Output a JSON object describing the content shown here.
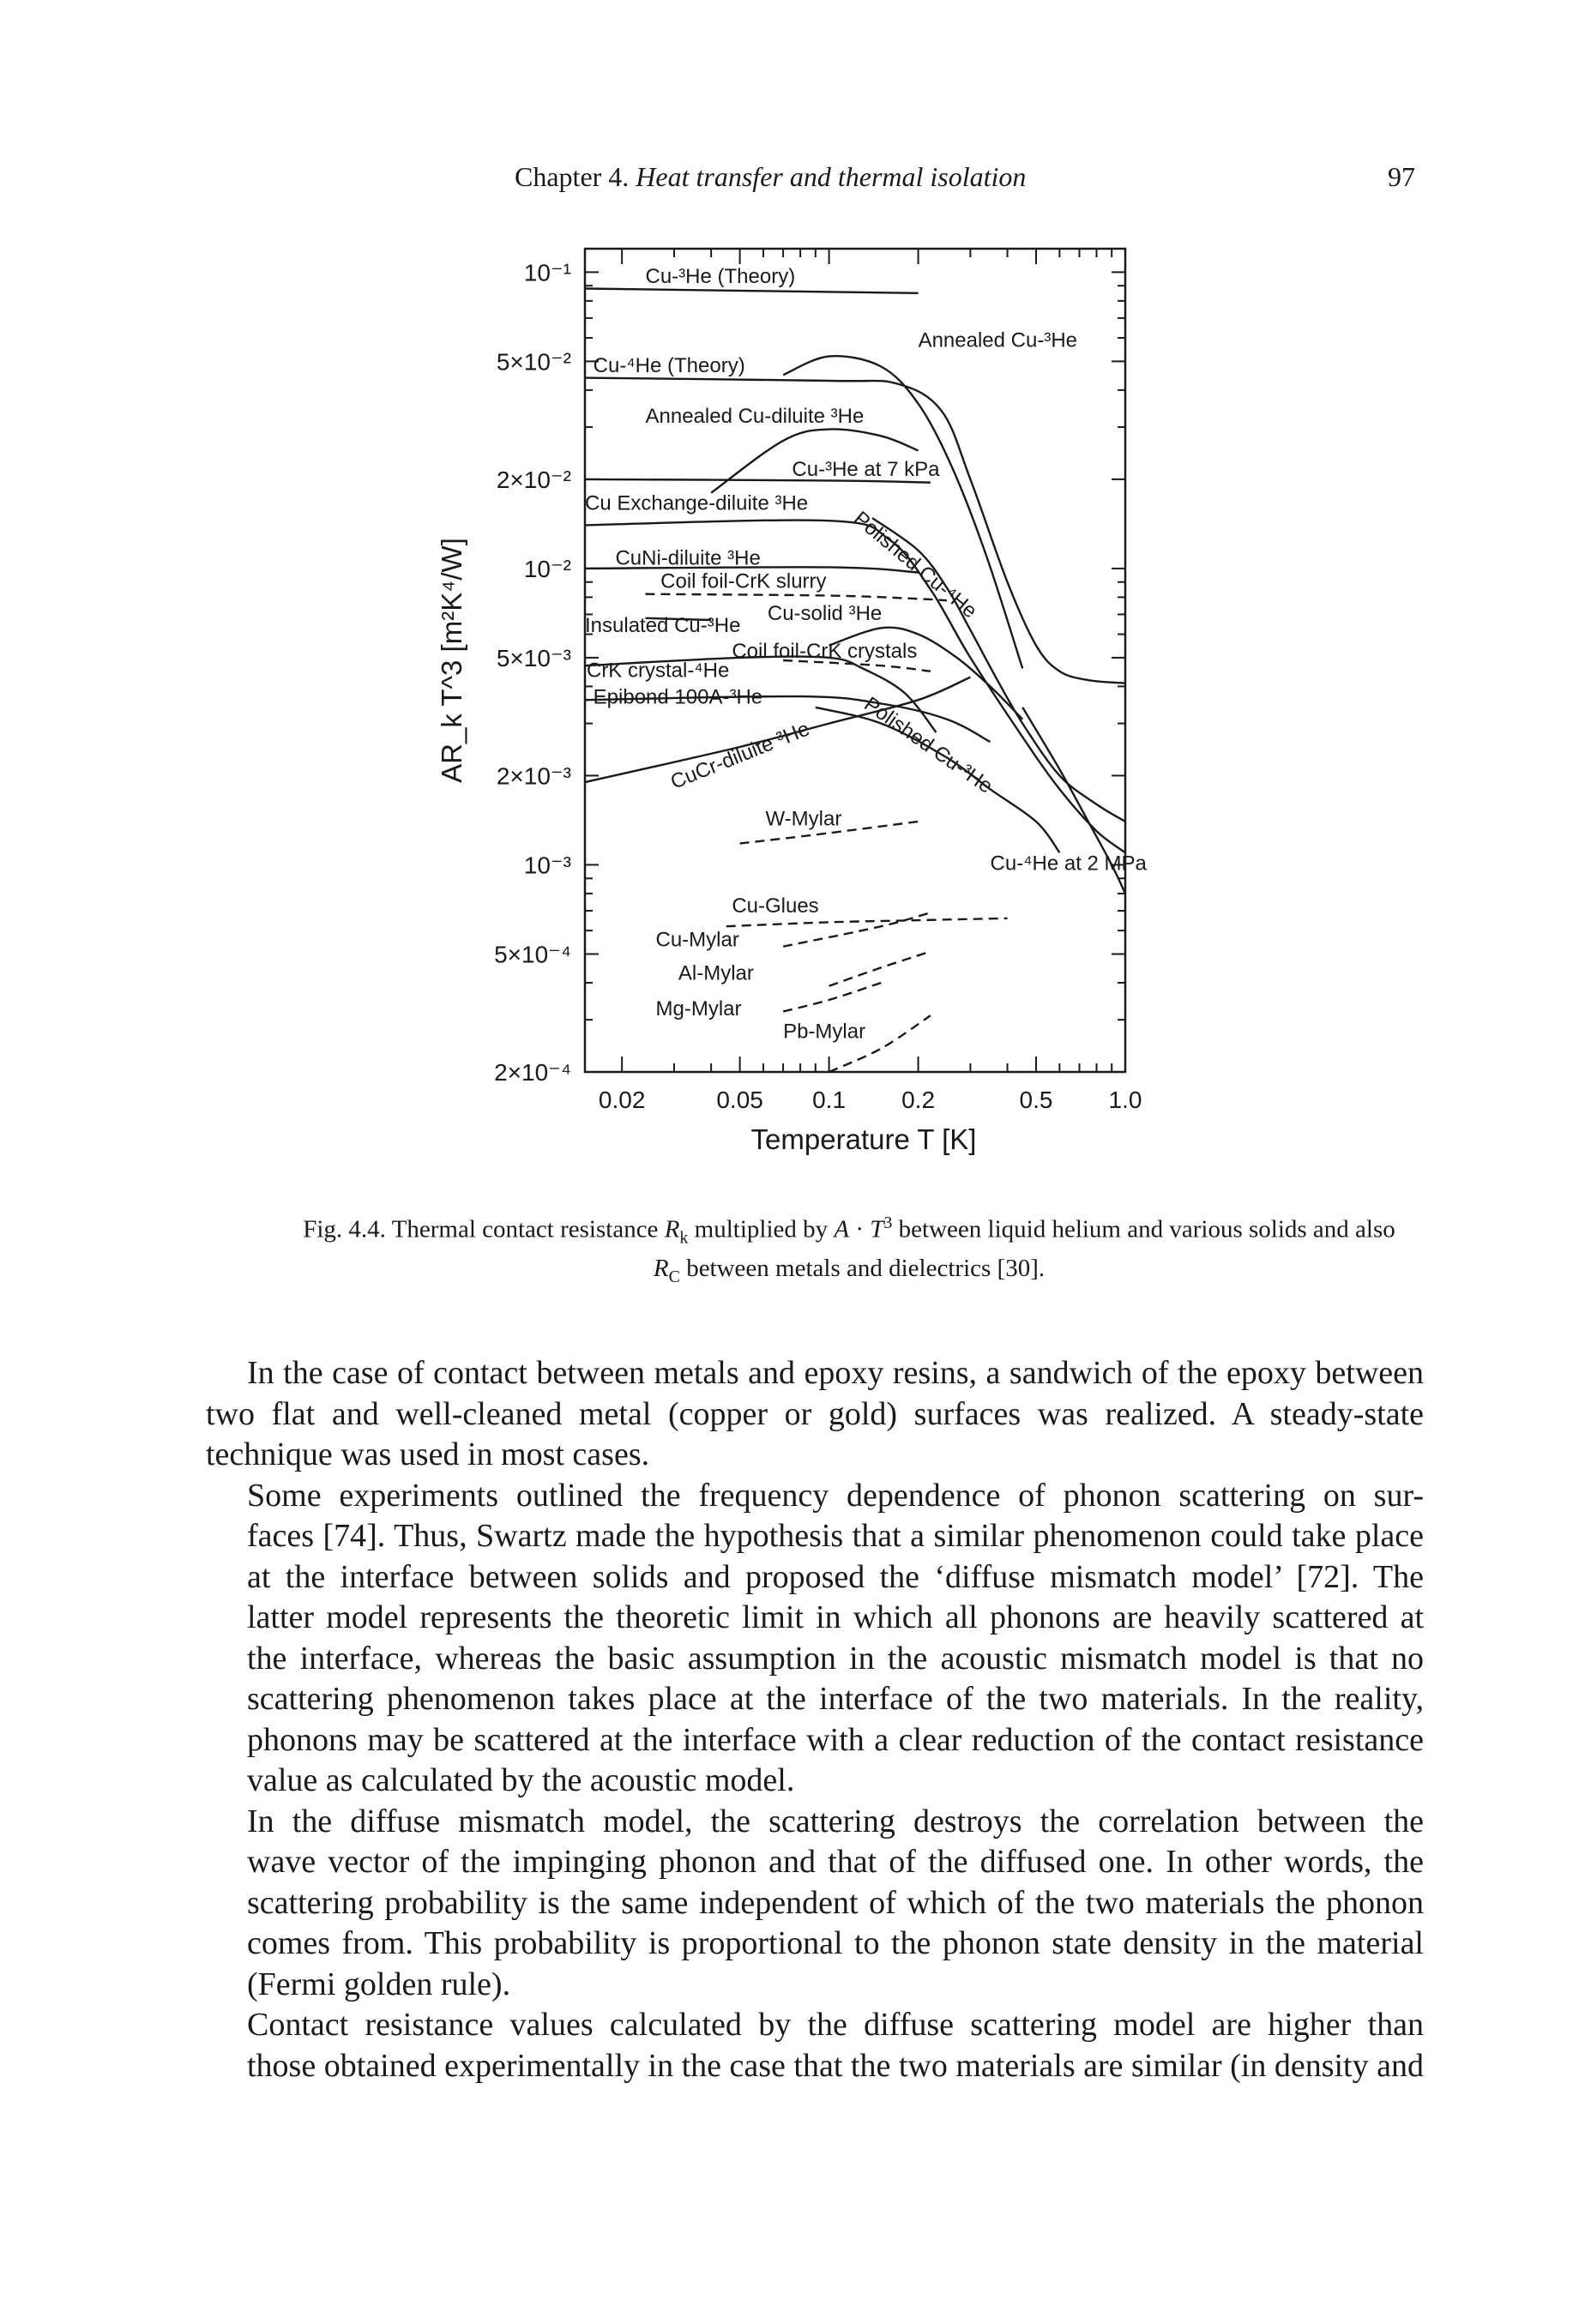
{
  "header": {
    "chapter_prefix": "Chapter 4.",
    "chapter_title": "Heat transfer and thermal isolation",
    "page_number": "97"
  },
  "chart_data": {
    "type": "line",
    "xlabel": "Temperature T [K]",
    "ylabel": "AR_k T^3 [m²K⁴/W]",
    "x_scale": "log",
    "y_scale": "log",
    "xlim": [
      0.015,
      1.0
    ],
    "ylim": [
      0.0002,
      0.12
    ],
    "x_ticks": [
      "0.02",
      "0.05",
      "0.1",
      "0.2",
      "0.5",
      "1.0"
    ],
    "x_tick_values": [
      0.02,
      0.05,
      0.1,
      0.2,
      0.5,
      1.0
    ],
    "y_ticks": [
      "10⁻¹",
      "5×10⁻²",
      "2×10⁻²",
      "10⁻²",
      "5×10⁻³",
      "2×10⁻³",
      "10⁻³",
      "5×10⁻⁴",
      "2×10⁻⁴"
    ],
    "y_tick_values": [
      0.1,
      0.05,
      0.02,
      0.01,
      0.005,
      0.002,
      0.001,
      0.0005,
      0.0002
    ],
    "series": [
      {
        "name": "Cu-³He (Theory)",
        "style": "solid",
        "points": [
          [
            0.015,
            0.088
          ],
          [
            0.2,
            0.085
          ]
        ]
      },
      {
        "name": "Cu-⁴He (Theory)",
        "style": "solid",
        "points": [
          [
            0.015,
            0.044
          ],
          [
            0.1,
            0.043
          ],
          [
            0.17,
            0.042
          ],
          [
            0.24,
            0.034
          ],
          [
            0.3,
            0.02
          ],
          [
            0.4,
            0.009
          ],
          [
            0.5,
            0.0055
          ],
          [
            0.6,
            0.0045
          ],
          [
            0.75,
            0.0042
          ],
          [
            1.0,
            0.0041
          ]
        ]
      },
      {
        "name": "Annealed Cu-³He",
        "style": "solid",
        "points": [
          [
            0.07,
            0.045
          ],
          [
            0.1,
            0.052
          ],
          [
            0.15,
            0.048
          ],
          [
            0.2,
            0.036
          ],
          [
            0.26,
            0.022
          ],
          [
            0.34,
            0.011
          ],
          [
            0.45,
            0.0046
          ]
        ]
      },
      {
        "name": "Annealed Cu-diluite ³He",
        "style": "solid",
        "points": [
          [
            0.04,
            0.018
          ],
          [
            0.07,
            0.027
          ],
          [
            0.1,
            0.0295
          ],
          [
            0.15,
            0.028
          ],
          [
            0.2,
            0.025
          ]
        ]
      },
      {
        "name": "Cu-³He at 7 kPa",
        "style": "solid",
        "points": [
          [
            0.015,
            0.02
          ],
          [
            0.1,
            0.0198
          ],
          [
            0.22,
            0.0195
          ]
        ]
      },
      {
        "name": "Cu Exchange-diluite ³He",
        "style": "solid",
        "points": [
          [
            0.015,
            0.014
          ],
          [
            0.1,
            0.0145
          ],
          [
            0.16,
            0.0125
          ],
          [
            0.22,
            0.0085
          ],
          [
            0.3,
            0.005
          ],
          [
            0.45,
            0.0027
          ],
          [
            0.6,
            0.0018
          ],
          [
            0.8,
            0.0013
          ],
          [
            1.0,
            0.0011
          ]
        ]
      },
      {
        "name": "Polished Cu-⁴He",
        "style": "solid",
        "points": [
          [
            0.14,
            0.0148
          ],
          [
            0.2,
            0.0115
          ],
          [
            0.25,
            0.0086
          ],
          [
            0.3,
            0.0062
          ],
          [
            0.37,
            0.0042
          ],
          [
            0.45,
            0.003
          ],
          [
            0.6,
            0.002
          ],
          [
            0.8,
            0.0016
          ],
          [
            1.0,
            0.0014
          ]
        ]
      },
      {
        "name": "CuNi-diluite ³He",
        "style": "solid",
        "points": [
          [
            0.015,
            0.01
          ],
          [
            0.1,
            0.0101
          ],
          [
            0.2,
            0.0097
          ]
        ]
      },
      {
        "name": "Coil foil-CrK slurry",
        "style": "dashed",
        "points": [
          [
            0.024,
            0.0082
          ],
          [
            0.1,
            0.0081
          ],
          [
            0.2,
            0.0079
          ],
          [
            0.25,
            0.0078
          ]
        ]
      },
      {
        "name": "Insulated Cu-³He",
        "style": "solid",
        "points": [
          [
            0.024,
            0.0068
          ],
          [
            0.04,
            0.0067
          ]
        ]
      },
      {
        "name": "Cu-solid ³He",
        "style": "solid",
        "points": [
          [
            0.1,
            0.0055
          ],
          [
            0.15,
            0.0063
          ],
          [
            0.2,
            0.006
          ],
          [
            0.27,
            0.005
          ],
          [
            0.35,
            0.004
          ],
          [
            0.45,
            0.0031
          ]
        ]
      },
      {
        "name": "Coil foil-CrK crystals",
        "style": "dashed",
        "points": [
          [
            0.07,
            0.0049
          ],
          [
            0.15,
            0.0047
          ],
          [
            0.22,
            0.0045
          ]
        ]
      },
      {
        "name": "CrK crystal-⁴He",
        "style": "solid",
        "points": [
          [
            0.015,
            0.0047
          ],
          [
            0.05,
            0.005
          ],
          [
            0.1,
            0.005
          ],
          [
            0.13,
            0.0046
          ],
          [
            0.18,
            0.0038
          ],
          [
            0.23,
            0.0028
          ]
        ]
      },
      {
        "name": "Epibond 100A-³He",
        "style": "solid",
        "points": [
          [
            0.015,
            0.0036
          ],
          [
            0.08,
            0.0037
          ],
          [
            0.15,
            0.0035
          ],
          [
            0.25,
            0.0031
          ],
          [
            0.35,
            0.0026
          ]
        ]
      },
      {
        "name": "CuCr-diluite ³He",
        "style": "solid",
        "points": [
          [
            0.015,
            0.0019
          ],
          [
            0.05,
            0.0025
          ],
          [
            0.1,
            0.003
          ],
          [
            0.2,
            0.0036
          ],
          [
            0.3,
            0.0043
          ]
        ]
      },
      {
        "name": "Polished Cu-³He",
        "style": "solid",
        "points": [
          [
            0.09,
            0.0034
          ],
          [
            0.15,
            0.003
          ],
          [
            0.25,
            0.0023
          ],
          [
            0.35,
            0.0018
          ],
          [
            0.5,
            0.0014
          ],
          [
            0.6,
            0.0011
          ]
        ]
      },
      {
        "name": "W-Mylar",
        "style": "dashed",
        "points": [
          [
            0.05,
            0.00118
          ],
          [
            0.1,
            0.00128
          ],
          [
            0.2,
            0.0014
          ]
        ]
      },
      {
        "name": "Cu-⁴He at 2 MPa",
        "style": "solid",
        "points": [
          [
            0.45,
            0.0034
          ],
          [
            0.6,
            0.0021
          ],
          [
            0.75,
            0.0014
          ],
          [
            0.9,
            0.001
          ],
          [
            1.0,
            0.0008
          ]
        ]
      },
      {
        "name": "Cu-Glues",
        "style": "dashed",
        "points": [
          [
            0.045,
            0.00062
          ],
          [
            0.1,
            0.00064
          ],
          [
            0.2,
            0.00065
          ],
          [
            0.4,
            0.00066
          ]
        ]
      },
      {
        "name": "Cu-Mylar",
        "style": "dashed",
        "points": [
          [
            0.07,
            0.00053
          ],
          [
            0.15,
            0.00062
          ],
          [
            0.22,
            0.00069
          ]
        ]
      },
      {
        "name": "Al-Mylar",
        "style": "dashed",
        "points": [
          [
            0.1,
            0.00039
          ],
          [
            0.15,
            0.00045
          ],
          [
            0.22,
            0.00051
          ]
        ]
      },
      {
        "name": "Mg-Mylar",
        "style": "dashed",
        "points": [
          [
            0.07,
            0.00032
          ],
          [
            0.1,
            0.00035
          ],
          [
            0.15,
            0.0004
          ]
        ]
      },
      {
        "name": "Pb-Mylar",
        "style": "dashed",
        "points": [
          [
            0.1,
            0.0002
          ],
          [
            0.15,
            0.00024
          ],
          [
            0.22,
            0.00031
          ]
        ]
      }
    ],
    "labels": [
      {
        "text": "Cu-³He (Theory)",
        "x": 0.024,
        "y": 0.092
      },
      {
        "text": "Annealed Cu-³He",
        "x": 0.2,
        "y": 0.056
      },
      {
        "text": "Cu-⁴He (Theory)",
        "x": 0.016,
        "y": 0.046
      },
      {
        "text": "Annealed Cu-diluite ³He",
        "x": 0.024,
        "y": 0.031
      },
      {
        "text": "Cu-³He at 7 kPa",
        "x": 0.075,
        "y": 0.0205
      },
      {
        "text": "Cu Exchange-diluite ³He",
        "x": 0.015,
        "y": 0.0158
      },
      {
        "text": "CuNi-diluite ³He",
        "x": 0.019,
        "y": 0.0103
      },
      {
        "text": "Coil foil-CrK slurry",
        "x": 0.027,
        "y": 0.0086
      },
      {
        "text": "Cu-solid ³He",
        "x": 0.062,
        "y": 0.0067
      },
      {
        "text": "Insulated Cu-³He",
        "x": 0.015,
        "y": 0.0061
      },
      {
        "text": "Coil foil-CrK crystals",
        "x": 0.047,
        "y": 0.005
      },
      {
        "text": "CrK crystal-⁴He",
        "x": 0.0152,
        "y": 0.0043
      },
      {
        "text": "Epibond 100A-³He",
        "x": 0.016,
        "y": 0.0035
      },
      {
        "text": "W-Mylar",
        "x": 0.061,
        "y": 0.00136
      },
      {
        "text": "Cu-⁴He at 2 MPa",
        "x": 0.35,
        "y": 0.00096
      },
      {
        "text": "Cu-Glues",
        "x": 0.047,
        "y": 0.00069
      },
      {
        "text": "Cu-Mylar",
        "x": 0.026,
        "y": 0.00053
      },
      {
        "text": "Al-Mylar",
        "x": 0.031,
        "y": 0.00041
      },
      {
        "text": "Mg-Mylar",
        "x": 0.026,
        "y": 0.00031
      },
      {
        "text": "Pb-Mylar",
        "x": 0.07,
        "y": 0.00026
      }
    ],
    "rotated_labels": [
      {
        "text": "Polished Cu-⁴He",
        "x": 0.12,
        "y": 0.0145,
        "angle": 40
      },
      {
        "text": "CuCr-diluite ³He",
        "x": 0.03,
        "y": 0.0018,
        "angle": -22
      },
      {
        "text": "Polished Cu-³He",
        "x": 0.13,
        "y": 0.0034,
        "angle": 35
      }
    ]
  },
  "caption": {
    "line1": "Fig. 4.4. Thermal contact resistance R_k multiplied by A · T³ between liquid helium and various solids and also",
    "line2": "R_C between metals and dielectrics [30]."
  },
  "body": {
    "p1_lines": [
      "In the case of contact between metals and epoxy resins, a sandwich of the epoxy between",
      "two flat and well-cleaned metal (copper or gold) surfaces was realized. A steady-state",
      "technique was used in most cases."
    ],
    "p2_lines": [
      "Some experiments outlined the frequency dependence of phonon scattering on sur-",
      "faces [74]. Thus, Swartz made the hypothesis that a similar phenomenon could take place",
      "at the interface between solids and proposed the ‘diffuse mismatch model’ [72]. The",
      "latter model represents the theoretic limit in which all phonons are heavily scattered at",
      "the interface, whereas the basic assumption in the acoustic mismatch model is that no",
      "scattering phenomenon takes place at the interface of the two materials. In the reality,",
      "phonons may be scattered at the interface with a clear reduction of the contact resistance",
      "value as calculated by the acoustic model."
    ],
    "p3_lines": [
      "In the diffuse mismatch model, the scattering destroys the correlation between the",
      "wave vector of the impinging phonon and that of the diffused one. In other words, the",
      "scattering probability is the same independent of which of the two materials the phonon",
      "comes from. This probability is proportional to the phonon state density in the material",
      "(Fermi golden rule)."
    ],
    "p4_lines": [
      "Contact resistance values calculated by the diffuse scattering model are higher than",
      "those obtained experimentally in the case that the two materials are similar (in density and"
    ]
  }
}
